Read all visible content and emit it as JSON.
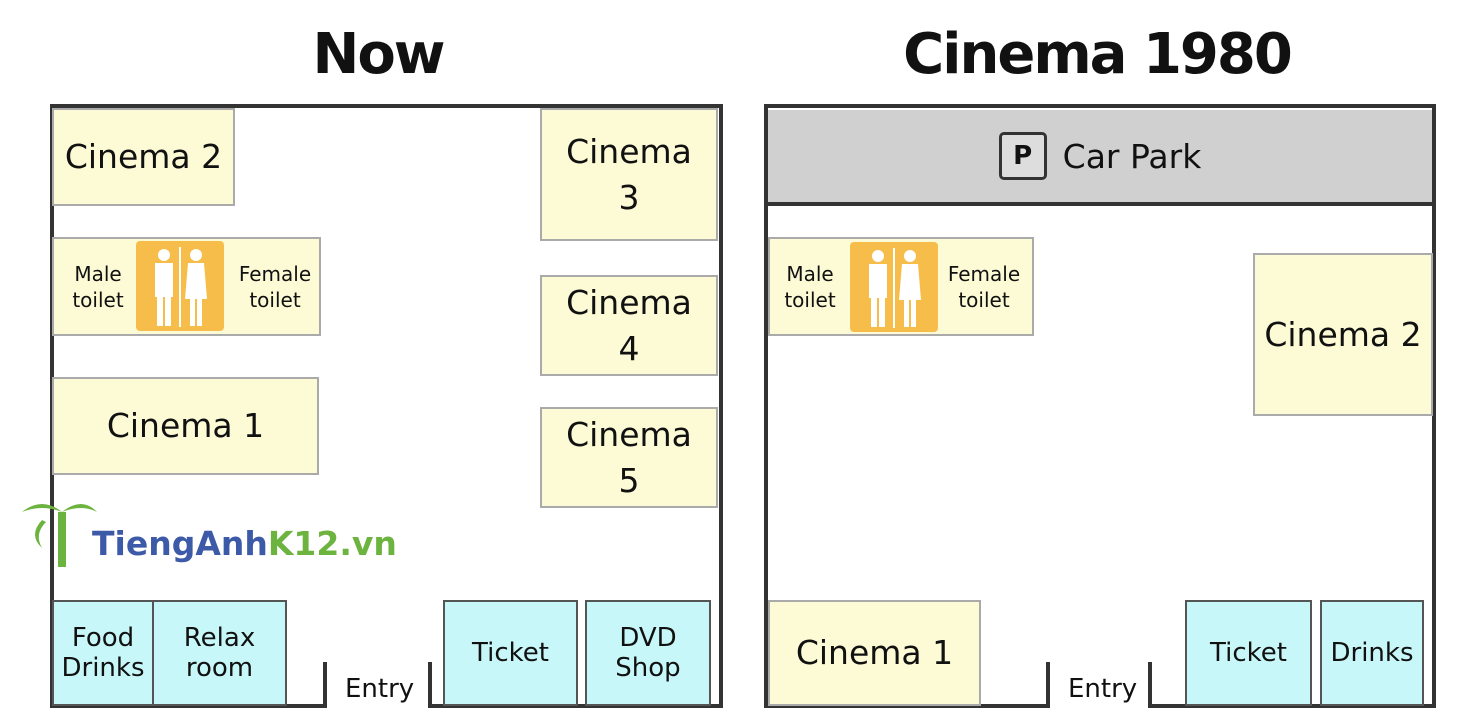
{
  "now": {
    "title": "Now",
    "cinema2": "Cinema 2",
    "male": "Male toilet",
    "female": "Female toilet",
    "cinema1": "Cinema 1",
    "cinema3": "Cinema 3",
    "cinema4": "Cinema 4",
    "cinema5": "Cinema 5",
    "food": "Food Drinks",
    "relax": "Relax room",
    "entry": "Entry",
    "ticket": "Ticket",
    "dvd": "DVD Shop"
  },
  "past": {
    "title": "Cinema 1980",
    "parking_icon": "P",
    "carpark": "Car Park",
    "male": "Male toilet",
    "female": "Female toilet",
    "cinema2": "Cinema 2",
    "cinema1": "Cinema 1",
    "entry": "Entry",
    "ticket": "Ticket",
    "drinks": "Drinks"
  },
  "watermark": {
    "part1": "TiengAnh",
    "part2": "K12.vn"
  },
  "colors": {
    "room": "#fdfbd6",
    "shop": "#c8f7f9",
    "toilet": "#f7bd4a",
    "carpark": "#d0d0d0"
  }
}
